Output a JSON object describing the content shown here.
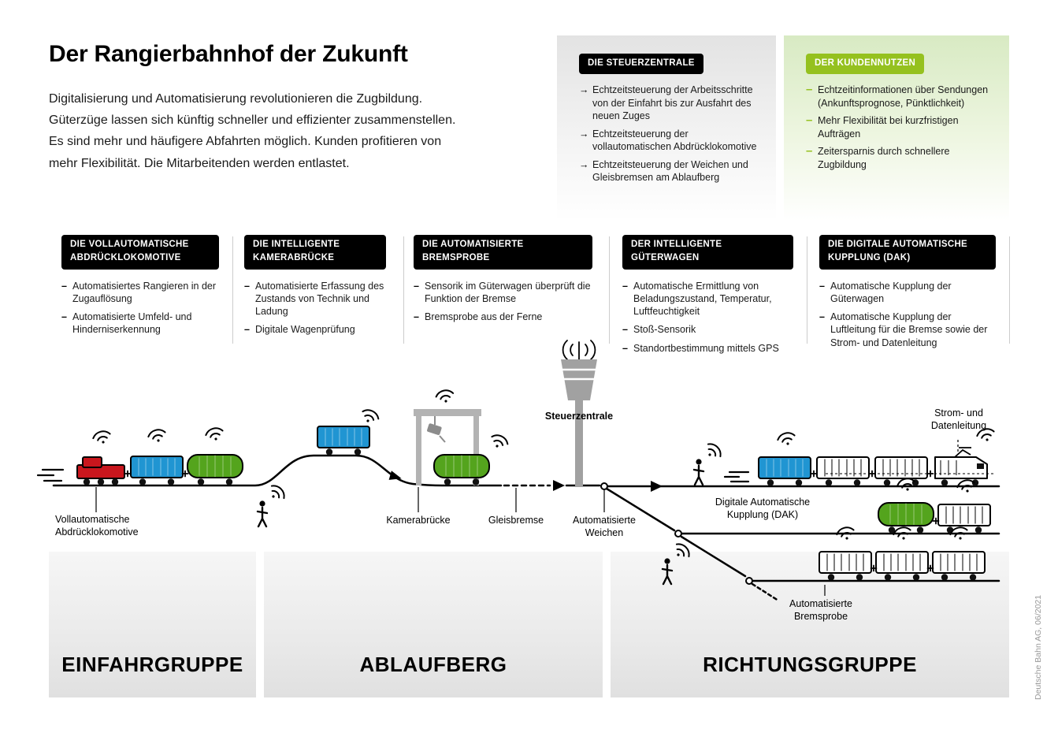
{
  "header": {
    "title": "Der Rangierbahnhof der Zukunft",
    "intro": "Digitalisierung und Automatisierung revolutionieren die Zugbildung.\nGüterzüge lassen sich künftig schneller und effizienter zusammenstellen.\nEs sind mehr und häufigere Abfahrten möglich. Kunden profitieren von\nmehr Flexibilität. Die Mitarbeitenden werden entlastet."
  },
  "info_boxes": {
    "steuerzentrale": {
      "badge": "DIE STEUERZENTRALE",
      "items": [
        "Echtzeitsteuerung der Arbeitsschritte von der Einfahrt bis zur Ausfahrt des neuen Zuges",
        "Echtzeitsteuerung der vollautomatischen Abdrücklokomotive",
        "Echtzeitsteuerung der Weichen und Gleisbremsen am Ablaufberg"
      ]
    },
    "kundennutzen": {
      "badge": "DER KUNDENNUTZEN",
      "items": [
        "Echtzeitinformationen über Sendungen (Ankunftsprognose, Pünktlichkeit)",
        "Mehr Flexibilität bei kurzfristigen Aufträgen",
        "Zeitersparnis durch schnellere Zugbildung"
      ]
    }
  },
  "feature_columns": [
    {
      "badge": "DIE VOLLAUTOMATISCHE\nABDRÜCKLOKOMOTIVE",
      "items": [
        "Automatisiertes Rangieren in der Zugauflösung",
        "Automatisierte Umfeld- und Hinderniserkennung"
      ]
    },
    {
      "badge": "DIE INTELLIGENTE\nKAMERABRÜCKE",
      "items": [
        "Automatisierte Erfassung des Zustands von Technik und Ladung",
        "Digitale Wagenprüfung"
      ]
    },
    {
      "badge": "DIE AUTOMATISIERTE\nBREMSPROBE",
      "items": [
        "Sensorik im Güterwagen überprüft die Funktion der Bremse",
        "Bremsprobe aus der Ferne"
      ]
    },
    {
      "badge": "DER INTELLIGENTE\nGÜTERWAGEN",
      "items": [
        "Automatische Ermittlung von Beladungszustand, Temperatur, Luftfeuchtigkeit",
        "Stoß-Sensorik",
        "Standortbestimmung mittels GPS"
      ]
    },
    {
      "badge": "DIE DIGITALE AUTOMATISCHE\nKUPPLUNG (DAK)",
      "items": [
        "Automatische Kupplung der Güterwagen",
        "Automatische Kupplung der Luftleitung für die Bremse sowie der Strom- und Datenleitung"
      ]
    }
  ],
  "diagram_labels": {
    "steuerzentrale": "Steuerzentrale",
    "abdruecklokomotive": "Vollautomatische\nAbdrücklokomotive",
    "kamerabruecke": "Kamerabrücke",
    "gleisbremse": "Gleisbremse",
    "weichen": "Automatisierte\nWeichen",
    "dak": "Digitale Automatische\nKupplung (DAK)",
    "bremsprobe": "Automatisierte\nBremsprobe",
    "strom_datenleitung": "Strom- und\nDatenleitung"
  },
  "zones": [
    {
      "label": "EINFAHRGRUPPE"
    },
    {
      "label": "ABLAUFBERG"
    },
    {
      "label": "RICHTUNGSGRUPPE"
    }
  ],
  "credit": "Deutsche Bahn AG, 06/2021",
  "icons": {
    "wifi": "wireless-signal-arcs",
    "steuerzentrale_bullet": "→",
    "kundennutzen_bullet": "–",
    "feature_bullet": "–"
  },
  "colors": {
    "db_red": "#c9161d",
    "db_blue": "#2095d2",
    "db_green": "#54a41d",
    "badge_green": "#95c11f",
    "badge_black": "#000000"
  }
}
